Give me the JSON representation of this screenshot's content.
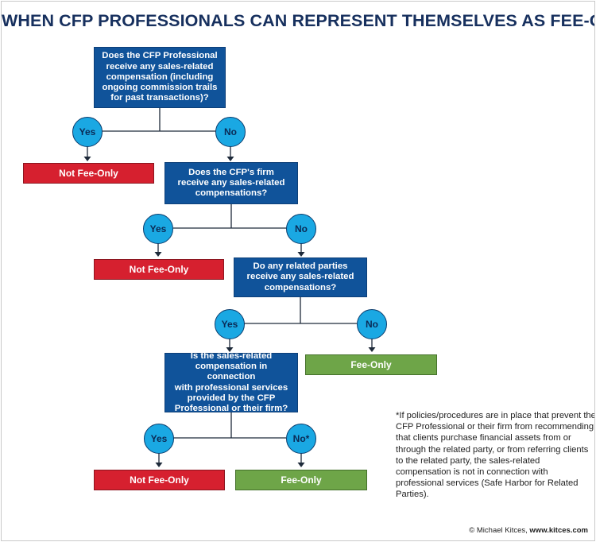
{
  "title": "WHEN CFP PROFESSIONALS CAN REPRESENT THEMSELVES AS FEE-ONLY",
  "questions": [
    {
      "id": "q1",
      "text": "Does the CFP Professional\nreceive any sales-related\ncompensation (including\nongoing commission trails\nfor past transactions)?"
    },
    {
      "id": "q2",
      "text": "Does the CFP's firm\nreceive any sales-related\ncompensations?"
    },
    {
      "id": "q3",
      "text": "Do any related parties\nreceive any sales-related\ncompensations?"
    },
    {
      "id": "q4",
      "text": "Is the sales-related\ncompensation in connection\nwith professional services\nprovided by the CFP\nProfessional or their firm?"
    }
  ],
  "answers": {
    "yes": "Yes",
    "no": "No",
    "no_star": "No*"
  },
  "outcomes": {
    "not_fee_only": "Not Fee-Only",
    "fee_only": "Fee-Only"
  },
  "colors": {
    "title": "#17305e",
    "question_bg": "#10539a",
    "answer_circle": "#1aa8e3",
    "not_fee_only": "#d6202f",
    "fee_only": "#6ea548",
    "connector": "#1e2a3a"
  },
  "footnote": "*If policies/procedures are in place that prevent the CFP Professional or their firm from recommending that clients purchase financial assets from or through the related party, or from referring clients to the related party, the sales-related compensation is not in connection with professional services (Safe Harbor for Related Parties).",
  "credit": {
    "prefix": "© Michael Kitces,",
    "site": "www.kitces.com"
  }
}
